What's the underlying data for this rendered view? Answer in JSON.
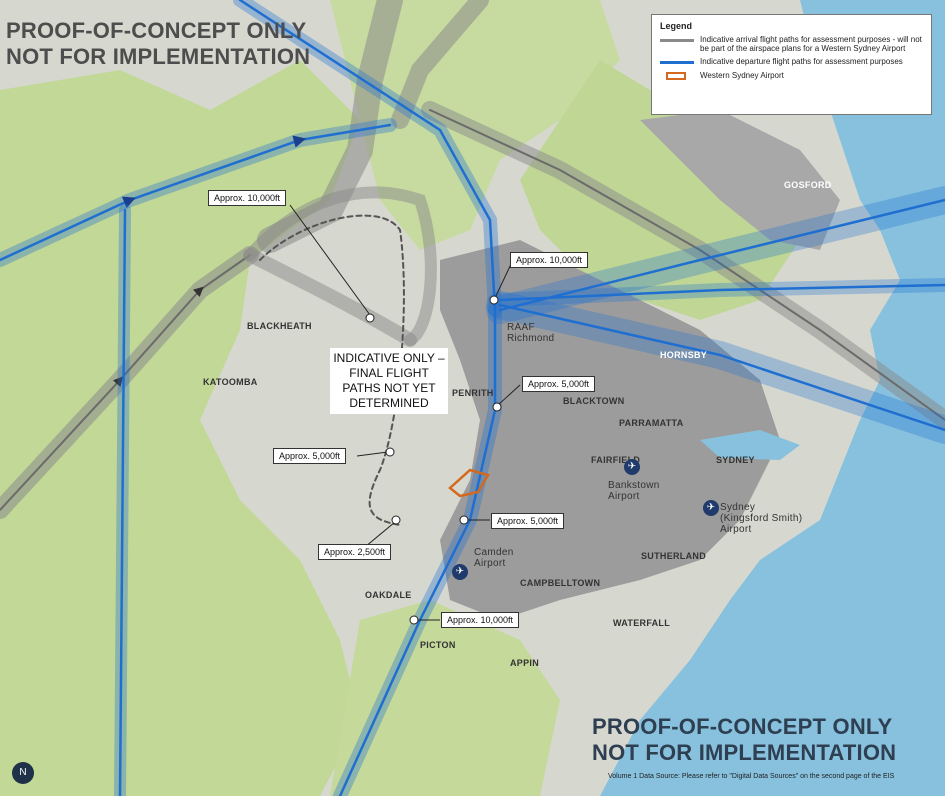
{
  "watermark": {
    "top_line1": "PROOF-OF-CONCEPT ONLY",
    "top_line2": "NOT FOR IMPLEMENTATION",
    "bottom_line1": "PROOF-OF-CONCEPT ONLY",
    "bottom_line2": "NOT FOR IMPLEMENTATION"
  },
  "legend": {
    "title": "Legend",
    "items": [
      {
        "label": "Indicative arrival flight paths for assessment purposes - will not be part of the airspace plans for a Western Sydney Airport",
        "color": "#8a8a8a"
      },
      {
        "label": "Indicative departure flight paths for assessment purposes",
        "color": "#1f6fd1"
      },
      {
        "label": "Western Sydney Airport",
        "color": "#d2691e"
      }
    ]
  },
  "callouts": [
    "Approx. 10,000ft",
    "Approx. 10,000ft",
    "Approx. 5,000ft",
    "Approx. 5,000ft",
    "Approx. 5,000ft",
    "Approx. 2,500ft",
    "Approx. 10,000ft"
  ],
  "note": {
    "line1": "INDICATIVE ONLY –",
    "line2": "FINAL FLIGHT",
    "line3": "PATHS NOT YET",
    "line4": "DETERMINED"
  },
  "places": {
    "gosford": "GOSFORD",
    "blackheath": "BLACKHEATH",
    "katoomba": "KATOOMBA",
    "raaf1": "RAAF",
    "raaf2": "Richmond",
    "penrith": "PENRITH",
    "blacktown": "BLACKTOWN",
    "hornsby": "HORNSBY",
    "parramatta": "PARRAMATTA",
    "fairfield": "FAIRFIELD",
    "sydney": "SYDNEY",
    "bankstown1": "Bankstown",
    "bankstown2": "Airport",
    "ks1": "Sydney",
    "ks2": "(Kingsford Smith)",
    "ks3": "Airport",
    "camden1": "Camden",
    "camden2": "Airport",
    "campbelltown": "CAMPBELLTOWN",
    "sutherland": "SUTHERLAND",
    "oakdale": "OAKDALE",
    "waterfall": "WATERFALL",
    "picton": "PICTON",
    "appin": "APPIN"
  },
  "source_note": "Volume 1 Data Source: Please refer to \"Digital Data Sources\" on the second page of the EIS",
  "colors": {
    "land_green": "#c4d99a",
    "urban_grey": "#9a9a9a",
    "ocean": "#87c1de",
    "arrival": "#8a8a8a",
    "departure": "#1f6fd1",
    "airport_outline": "#d2691e"
  },
  "icons": [
    "plane-icon",
    "north-arrow-icon"
  ]
}
